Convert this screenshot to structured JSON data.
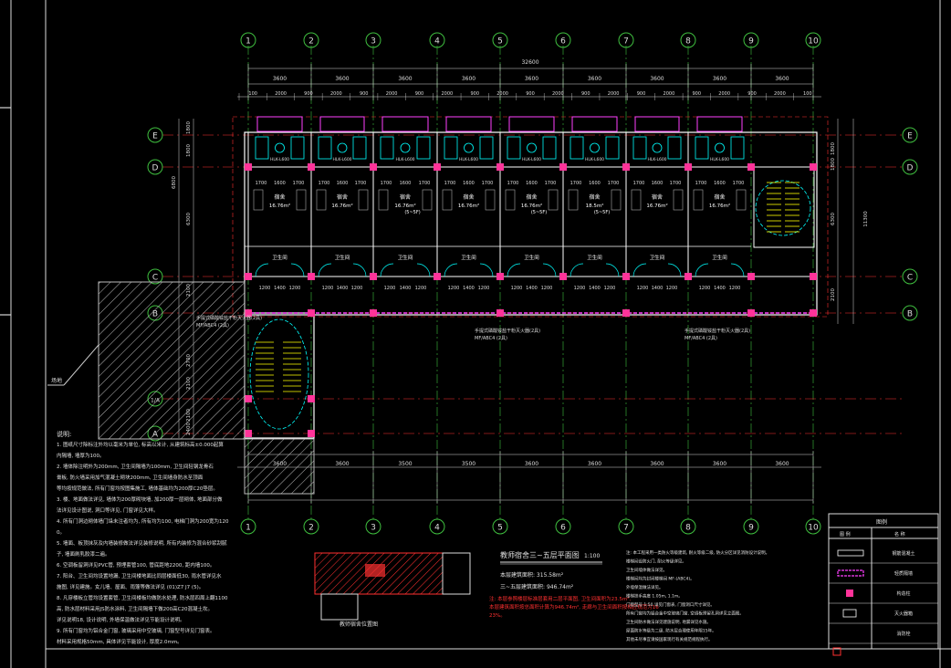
{
  "colors": {
    "background": "#000000",
    "axis": "#3fbf3f",
    "dimension": "#d8d8d8",
    "wall": "#ffffff",
    "column": "#ff3399",
    "door": "#ff40ff",
    "fixture": "#00ffff",
    "dash": "#ff3030",
    "note_red": "#ff3030",
    "stair": "#ffff00",
    "text": "#e0e0e0"
  },
  "axes_x": [
    "1",
    "2",
    "3",
    "4",
    "5",
    "6",
    "7",
    "8",
    "9",
    "10"
  ],
  "axes_y_right": [
    "E",
    "D",
    "C",
    "B"
  ],
  "axes_y_left": [
    "E",
    "D",
    "C",
    "B",
    "1/A",
    "A"
  ],
  "dims": {
    "overall_top": "32600",
    "bay": "3600",
    "bay_mid": "3500",
    "sub_top": [
      "100",
      "2000",
      "900",
      "2000",
      "900",
      "2000",
      "900",
      "2000",
      "900",
      "2000",
      "900",
      "2000",
      "900",
      "2000",
      "900",
      "2000",
      "900",
      "2000",
      "900",
      "2000",
      "100"
    ],
    "left_vertical": [
      "1800",
      "1800",
      "6300",
      "2100",
      "2700",
      "2100",
      "6800",
      "2100",
      "2400"
    ],
    "right_vertical": [
      "1800",
      "1800",
      "6300",
      "2100",
      "11300"
    ]
  },
  "rooms": {
    "dorm_label": "宿舍",
    "dorm_area": "16.76m²",
    "dorm_area_alt": "18.5m²",
    "dorm_note": "(5~5F)",
    "bath_label": "卫生间",
    "sub_labels": [
      "1700",
      "1600",
      "1700"
    ]
  },
  "equipment": {
    "extinguisher_1": "手提式磷酸铵盐干粉灭火器(2具)",
    "extinguisher_model": "MF/ABC4 (2具)",
    "extinguisher_2": "手提式磷酸铵盐干粉灭火器(2具)",
    "extinguisher_3": "手提式磷酸铵盐干粉灭火器(2具)",
    "water_fixture": "HLK-L600"
  },
  "hatched_label": "场地",
  "notes": {
    "heading": "说明:",
    "lines": [
      "1. 图纸尺寸除标注外均以毫米为单位, 标高以米计, 从建筑标高±0.000起算",
      "   内隔墙, 墙厚为100。",
      "2. 墙体除注明外为200mm, 卫生间隔墙为100mm, 卫生间轻钢龙骨石",
      "   膏板, 防火墙采用加气混凝土砌块200mm, 卫生间墙身防水至顶面",
      "   等均按规范做法, 所有门窗均按图集施工, 墙体基础均为200厚C20垫层。",
      "3. 楼、地面做法详见, 墙体为200厚砌块墙, 加200厚一层砌体, 地面部分做",
      "   法详见设计图说, 洞口等详见, 门窗详见大样。",
      "4. 所有门洞边砌体墙门垛未注者均为, 所有均为100, 电梯门洞为200宽为120",
      "   0。",
      "5. 墙面、板顶抹灰及内墙装修做法详见装修说明, 所有内装修为混合砂浆刮腻",
      "   子, 墙面刷乳胶漆二遍。",
      "6. 空调板留洞详见PVC管, 预埋套管100, 管底距地2200, 距内墙100。",
      "7. 阳台、卫生间均设置地漏, 卫生间楼地面比同层楼面低30, 雨水管详见水",
      "   施图, 详见建施。女儿墙、屋面、雨篷等做法详见 (01)Z7 J7 (5)。",
      "8. 凡穿楼板立管均设置套管, 卫生间楼板均做防水处理, 防水层四周上翻1100",
      "   高, 防水层材料采用JS防水涂料, 卫生间隔墙下做200高C20混凝土坎。",
      "   详见说明18, 设计说明, 外墙保温做法详见节能设计说明。",
      "9. 所有门窗均为铝合金门窗, 玻璃采用中空玻璃, 门窗型号详见门窗表。",
      "   材料采用规格50mm, 具体详见节能设计, 厚度2.0mm。"
    ]
  },
  "title": {
    "main": "教师宿舍三~五层平面图",
    "scale": "1:100",
    "area_label_1": "本层建筑面积: 315.58m²",
    "area_label_2": "三~五层建筑面积: 946.74m²",
    "red_note_1": "注: 本层参照楼层标准层套用二层平面图, 卫生间面积为23.5m²,",
    "red_note_2": "    本层建筑面积按总面积计算为946.74m², 走廊与卫生间面积按相应规范为16",
    "red_note_3": "    23%。"
  },
  "design_notes": [
    "注: 本工程采用一类防火等级建筑, 耐火等级二级, 防火分区详见消防设计说明。",
    "    楼梯间设防火门, 耐火等级详见。",
    "    卫生间墙体做法详见。",
    "    楼梯间均为封闭楼梯间 MF-(ABC4)。",
    "    外墙保温做法详见。",
    "    楼梯扶手高度 1.05m, 1.1m。",
    "    门窗型号 1:50 详见门窗表, 门窗洞口尺寸详见。",
    "    所有门窗均为铝合金中空玻璃门窗, 空调板预留孔洞详见立面图。",
    "    卫生间防水做法详见建施说明, 地漏详见水施。",
    "    屋面防水等级为二级, 防水层合理使用年限15年。",
    "    其他未尽事宜请按国家现行有关规范规程执行。"
  ],
  "key_plan_label": "教师宿舍位置图",
  "legend": {
    "title": "图例",
    "col_1": "图 例",
    "col_2": "名 称",
    "items": [
      "钢筋混凝土",
      "轻质隔墙",
      "构造柱",
      "灭火器箱",
      "消防栓"
    ]
  }
}
